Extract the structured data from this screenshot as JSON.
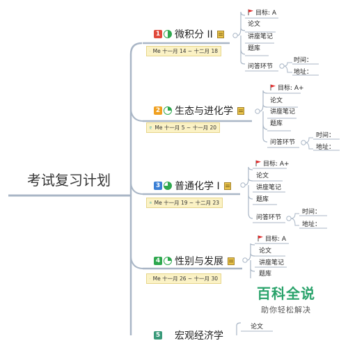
{
  "central_topic": "考试复习计划",
  "branches": [
    {
      "number": "1",
      "badge_color": "#e04a3c",
      "progress_icon": "half-progress-icon",
      "title": "微积分 II",
      "dates": "Me 十一月 14 ~ 十二月 18",
      "goal": "目标: A",
      "items": [
        "论文",
        "讲座笔记",
        "题库",
        "问答环节"
      ],
      "qa": [
        "时间：",
        "地址："
      ]
    },
    {
      "number": "2",
      "badge_color": "#f0a020",
      "progress_icon": "quarter-progress-icon",
      "title": "生态与进化学",
      "dates": "Me 十一月 5 ~ 十一月 20",
      "goal": "目标: A+",
      "items": [
        "论文",
        "讲座笔记",
        "题库",
        "问答环节"
      ],
      "qa": [
        "时间：",
        "地址："
      ]
    },
    {
      "number": "3",
      "badge_color": "#3a7fd5",
      "progress_icon": "three-quarter-progress-icon",
      "title": "普通化学 I",
      "dates": "Me 十一月 19 ~ 十二月 23",
      "goal": "目标: A+",
      "items": [
        "论文",
        "讲座笔记",
        "题库",
        "问答环节"
      ],
      "qa": [
        "时间：",
        "地址："
      ]
    },
    {
      "number": "4",
      "badge_color": "#2fa84f",
      "progress_icon": "quarter-progress-icon",
      "title": "性别与发展",
      "dates": "Me 十一月 26 ~ 十一月 30",
      "goal": "目标: A",
      "items": [
        "论文",
        "讲座笔记",
        "题库"
      ]
    },
    {
      "number": "5",
      "title": "宏观经济学",
      "items": [
        "论文"
      ]
    }
  ],
  "watermark": {
    "title": "百科全说",
    "subtitle": "助你轻松解决"
  },
  "colors": {
    "connector": "#a9b6c6",
    "date_bg": "#fbf2c5",
    "flag": "#e03030",
    "watermark": "#2aa36b"
  }
}
